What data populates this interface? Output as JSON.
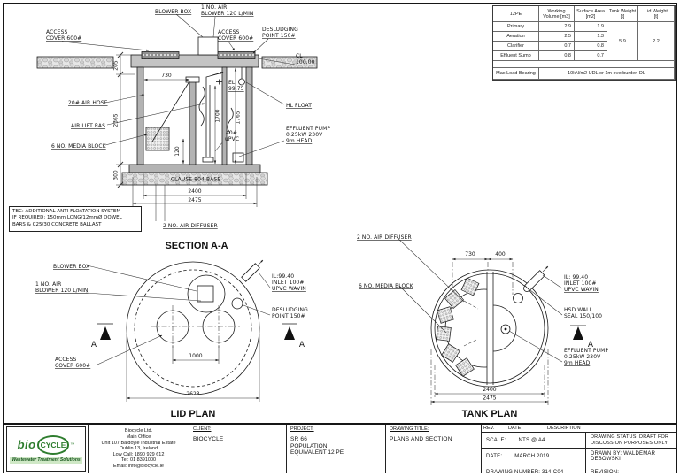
{
  "colors": {
    "line": "#1a1a1a",
    "concrete": "#c4c4c4",
    "green": "#2e7d2e",
    "green_dark": "#14541a"
  },
  "spec_table": {
    "corner": "12PE",
    "col_headers": [
      "Working\nVolume [m3]",
      "Surface Area\n[m2]",
      "Tank Weight\n[t]",
      "Lid Weight\n[t]"
    ],
    "rows": [
      {
        "label": "Primary",
        "volume": "2.9",
        "area": "1.9"
      },
      {
        "label": "Aeration",
        "volume": "2.5",
        "area": "1.3"
      },
      {
        "label": "Clarifier",
        "volume": "0.7",
        "area": "0.8"
      },
      {
        "label": "Effluent Sump",
        "volume": "0.8",
        "area": "0.7"
      }
    ],
    "tank_weight": "5.9",
    "lid_weight": "2.2",
    "max_load_label": "Max Load Bearing",
    "max_load_value": "10kN/m2 UDL or 1m overburden DL"
  },
  "section": {
    "title": "SECTION A-A",
    "blower_box": "BLOWER BOX",
    "air_blower_1": "1 NO. AIR",
    "air_blower_2": "BLOWER 120 L/MIN",
    "access_1": "ACCESS",
    "access_2": "COVER 600#",
    "desludging_1": "DESLUDGING",
    "desludging_2": "POINT 150#",
    "cl_1": "CL",
    "cl_2": "100.00",
    "el_1": "EL",
    "el_2": "99.75",
    "air_hose": "20# AIR HOSE",
    "air_lift": "AIR LIFT RAS",
    "media_block": "6 NO. MEDIA BLOCK",
    "hl_float": "HL FLOAT",
    "pump_1": "EFFLUENT PUMP",
    "pump_2": "0.25kW 230V",
    "pump_3": "9m HEAD",
    "upvc_1": "40#",
    "upvc_2": "uPVC",
    "base_label": "CLAUSE 804 BASE",
    "diffuser": "2 NO. AIR DIFFUSER",
    "note_1": "TBC: ADDITIONAL ANTI-FLOATATION SYSTEM",
    "note_2": "IF REQUIRED: 150mm LONG/12mmØ DOWEL",
    "note_3": "BARS & C25/30 CONCRETE BALLAST",
    "dims": {
      "d205": "205",
      "d2365": "2365",
      "d300": "300",
      "d730": "730",
      "d120": "120",
      "d1700": "1700",
      "d1765": "1765",
      "d2400": "2400",
      "d2475": "2475"
    }
  },
  "lid_plan": {
    "title": "LID PLAN",
    "blower_box": "BLOWER BOX",
    "air_1": "1 NO. AIR",
    "air_2": "BLOWER 120 L/MIN",
    "access_1": "ACCESS",
    "access_2": "COVER 600#",
    "inlet_1": "IL:99.40",
    "inlet_2": "INLET 100#",
    "inlet_3": "UPVC WAVIN",
    "desludging_1": "DESLUDGING",
    "desludging_2": "POINT 150#",
    "marker": "A",
    "dims": {
      "d1000": "1000",
      "d2623": "2623"
    }
  },
  "tank_plan": {
    "title": "TANK PLAN",
    "diffuser": "2 NO. AIR DIFFUSER",
    "media": "6 NO. MEDIA BLOCK",
    "inlet_1": "IL: 99.40",
    "inlet_2": "INLET 100#",
    "inlet_3": "UPVC WAVIN",
    "hsd_1": "HSD WALL",
    "hsd_2": "SEAL 150/100",
    "pump_1": "EFFLUENT PUMP",
    "pump_2": "0.25kW 230V",
    "pump_3": "9m HEAD",
    "marker": "A",
    "dims": {
      "d730": "730",
      "d400": "400",
      "d2400": "2400",
      "d2475": "2475"
    }
  },
  "title_block": {
    "logo": {
      "bio": "bio",
      "cycle": "CYCLE",
      "tm": "™",
      "tagline": "Wastewater Treatment Solutions"
    },
    "address": [
      "Biocycle Ltd.",
      "Main Office",
      "Unit 107 Baldoyle Industrial Estate",
      "Dublin 13, Ireland",
      "Low Call: 1890 929 612",
      "Tel: 01 8391000",
      "Email: info@biocycle.ie"
    ],
    "client_label": "CLIENT:",
    "client": "BIOCYCLE",
    "project_label": "PROJECT:",
    "project": [
      "SR 66",
      "POPULATION",
      "EQUIVALENT 12 PE"
    ],
    "drawing_title_label": "DRAWING TITLE:",
    "drawing_title": "PLANS AND SECTION",
    "rev_label": "REV.",
    "date_col_label": "DATE",
    "description_label": "DESCRIPTION",
    "scale_label": "SCALE:",
    "scale_value": "NTS @ A4",
    "status_1": "DRAWING STATUS: DRAFT FOR",
    "status_2": "DISCUSSION PURPOSES ONLY",
    "date_label": "DATE:",
    "date_value": "MARCH 2019",
    "drawn_by": "DRAWN BY: WALDEMAR DEBOWSKI",
    "drawing_number": "DRAWING NUMBER: 314-C04",
    "revision_label": "REVISION:"
  }
}
